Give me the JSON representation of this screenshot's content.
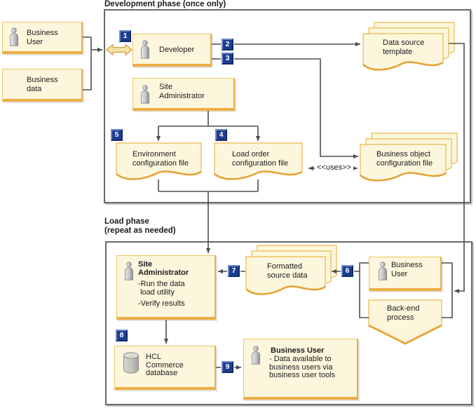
{
  "titles": {
    "dev_phase": "Development phase (once only)",
    "load_phase": "Load phase\n(repeat as needed)"
  },
  "badges": {
    "step1": "1",
    "step2": "2",
    "step3": "3",
    "step4": "4",
    "step5": "5",
    "step6": "6",
    "step7": "7",
    "step8": "8",
    "step9": "9"
  },
  "nodes": {
    "business_user_top": "Business\nUser",
    "business_data": "Business\ndata",
    "developer": "Developer",
    "site_administrator_dev": "Site\nAdministrator",
    "data_source_template": "Data source\ntemplate",
    "environment_config_file": "Environment\nconfiguration file",
    "load_order_config_file": "Load order\nconfiguration file",
    "business_object_config_file": "Business object\nconfiguration file",
    "uses_label": "<<uses>>",
    "site_administrator_load": "Site\nAdministrator",
    "site_administrator_task_1": "-Run the data\n load utility",
    "site_administrator_task_2": "-Verify results",
    "formatted_source_data": "Formatted\nsource data",
    "business_user_load": "Business\nUser",
    "back_end_process": "Back-end\nprocess",
    "hcl_commerce_database": "HCL\nCommerce\ndatabase",
    "business_user_result_title": "Business User",
    "business_user_result_body": "- Data available to\nbusiness users via\nbusiness user tools"
  },
  "colors": {
    "box_fill": "#fcf6dd",
    "box_border_gold": "#ecae44",
    "badge_navy": "#1d3d90",
    "connector_gray": "#4d4d4d",
    "phase_border_gray": "#686868"
  }
}
